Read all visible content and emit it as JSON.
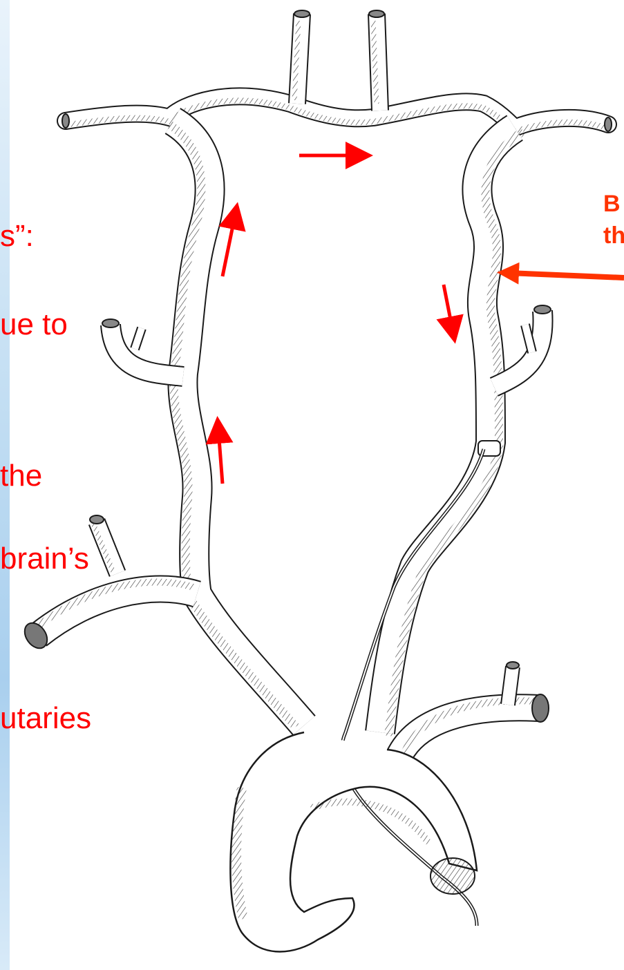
{
  "slide_text": {
    "line1": "s”:",
    "line2": "ue to",
    "line3": "the",
    "line4": "brain’s",
    "line5": "utaries"
  },
  "callout": {
    "line1": "B",
    "line2": "th"
  },
  "colors": {
    "accent": "#ff0000",
    "callout": "#ff3300",
    "ink": "#1a1a1a"
  }
}
